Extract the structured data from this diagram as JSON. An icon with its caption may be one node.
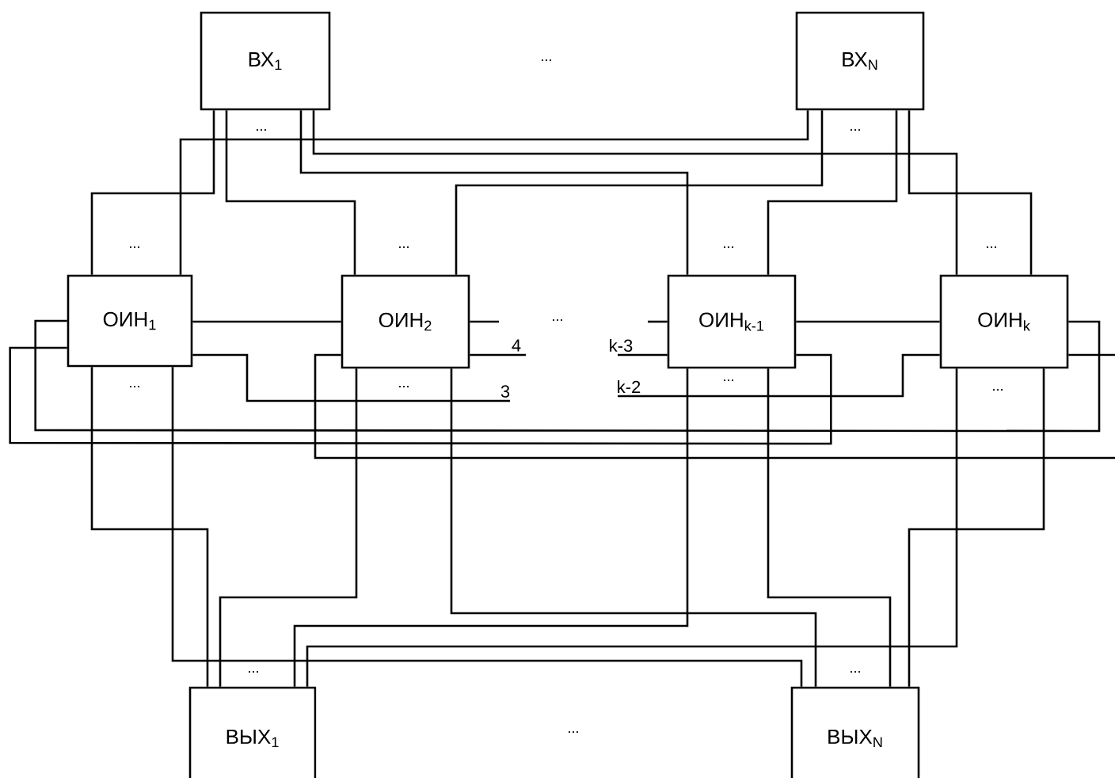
{
  "diagram": {
    "nodes": [
      {
        "text": [
          "ВХ$_{1}$"
        ]
      },
      {
        "text": [
          "ВХ$_{N}$"
        ]
      },
      {
        "text": [
          "ОИН$_{1}$"
        ]
      },
      {
        "text": [
          "ОИН$_{2}$"
        ]
      },
      {
        "text": [
          "ОИН$_{k-1}$"
        ]
      },
      {
        "text": [
          "ОИН$_{k}$"
        ]
      },
      {
        "text": [
          "ВЫХ$_{1}$"
        ]
      },
      {
        "text": [
          "ВЫХ$_{N}$"
        ]
      }
    ],
    "edges": [
      {
        "from": 0,
        "to": 2,
        "arrow": "none"
      },
      {
        "from": 0,
        "to": 3,
        "arrow": "none"
      },
      {
        "from": 0,
        "to": 4,
        "arrow": "none"
      },
      {
        "from": 0,
        "to": 5,
        "arrow": "none"
      },
      {
        "from": 1,
        "to": 2,
        "arrow": "none"
      },
      {
        "from": 1,
        "to": 3,
        "arrow": "none"
      },
      {
        "from": 1,
        "to": 4,
        "arrow": "none"
      },
      {
        "from": 1,
        "to": 5,
        "arrow": "none"
      },
      {
        "from": 2,
        "to": 3,
        "arrow": "none"
      },
      {
        "from": 3,
        "to": null,
        "arrow": "none"
      },
      {
        "from": null,
        "to": 4,
        "arrow": "none"
      },
      {
        "from": 4,
        "to": 5,
        "arrow": "none"
      },
      {
        "from": 5,
        "to": 2,
        "arrow": "none"
      },
      {
        "from": 2,
        "to": 4,
        "arrow": "none"
      },
      {
        "from": 2,
        "to": null,
        "arrow": "none",
        "label": "3"
      },
      {
        "from": 3,
        "to": null,
        "arrow": "none",
        "label": "4"
      },
      {
        "from": null,
        "to": 4,
        "arrow": "none",
        "label": "k-3"
      },
      {
        "from": 5,
        "to": null,
        "arrow": "none",
        "label": "k-2"
      },
      {
        "from": 3,
        "to": null,
        "arrow": "none"
      },
      {
        "from": 5,
        "to": null,
        "arrow": "none"
      },
      {
        "from": 2,
        "to": 6,
        "arrow": "none"
      },
      {
        "from": 2,
        "to": 7,
        "arrow": "none"
      },
      {
        "from": 3,
        "to": 6,
        "arrow": "none"
      },
      {
        "from": 3,
        "to": 7,
        "arrow": "none"
      },
      {
        "from": 4,
        "to": 6,
        "arrow": "none"
      },
      {
        "from": 4,
        "to": 7,
        "arrow": "none"
      },
      {
        "from": 5,
        "to": 6,
        "arrow": "none"
      },
      {
        "from": 5,
        "to": 7,
        "arrow": "none"
      }
    ],
    "labels": [
      "...",
      "...",
      "...",
      "...",
      "...",
      "...",
      "...",
      "...",
      "...",
      "...",
      "...",
      "...",
      "...",
      "...",
      "..."
    ]
  }
}
